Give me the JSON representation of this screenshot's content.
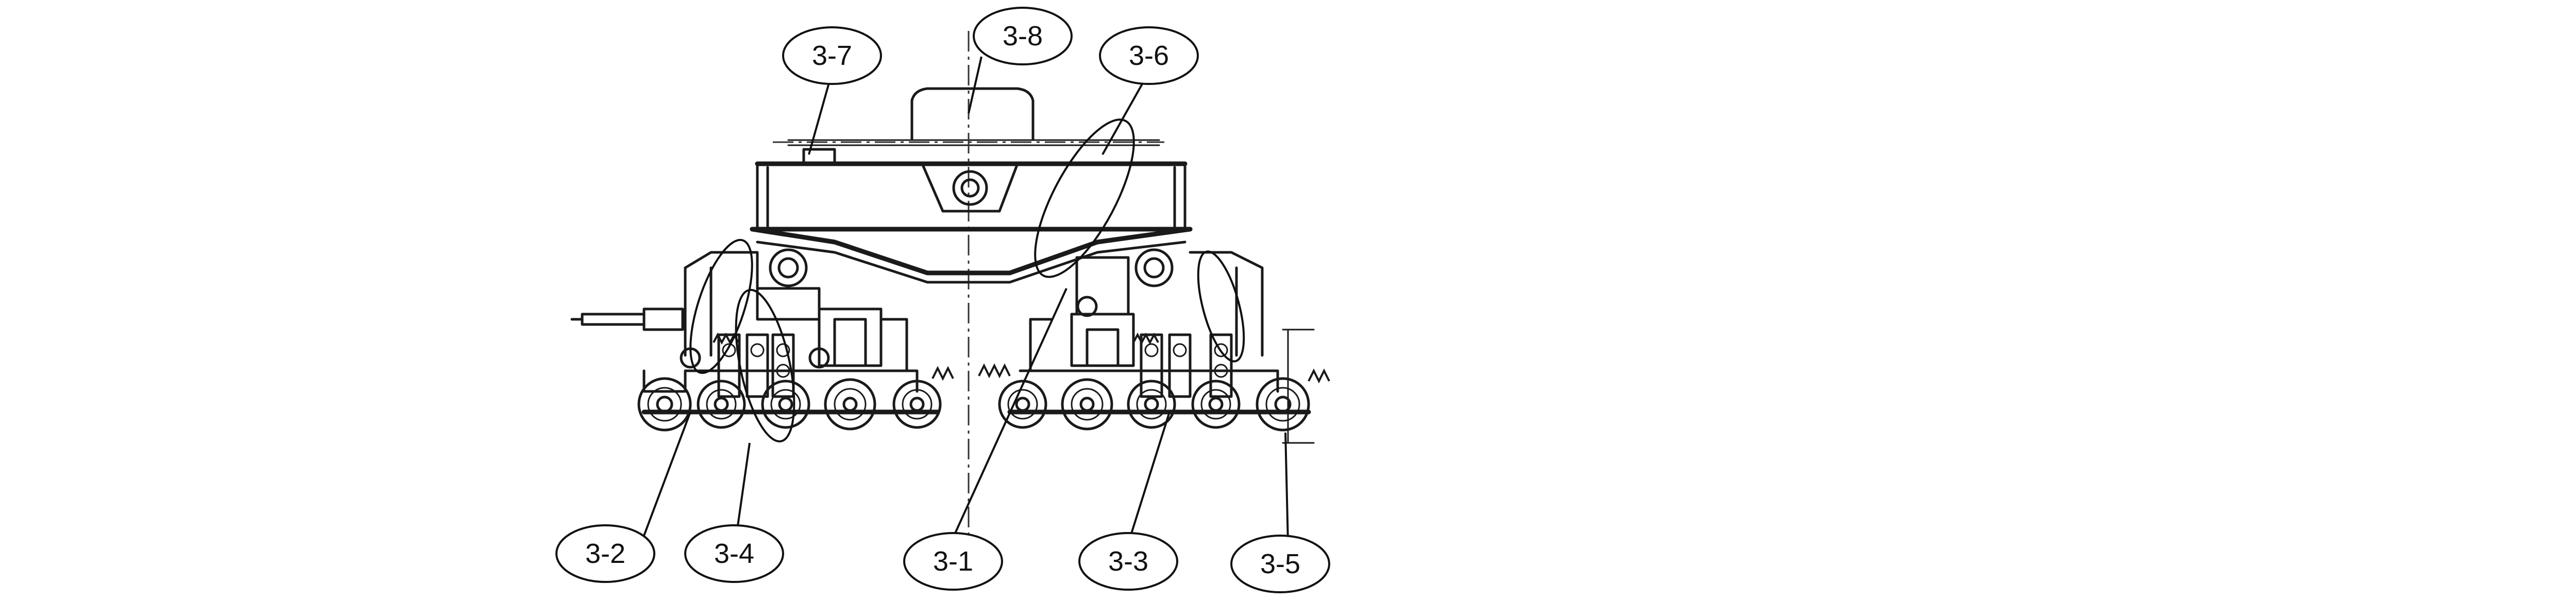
{
  "diagram": {
    "callouts": [
      {
        "id": "c38",
        "label": "3-8"
      },
      {
        "id": "c37",
        "label": "3-7"
      },
      {
        "id": "c36",
        "label": "3-6"
      },
      {
        "id": "c32",
        "label": "3-2"
      },
      {
        "id": "c34",
        "label": "3-4"
      },
      {
        "id": "c31",
        "label": "3-1"
      },
      {
        "id": "c33",
        "label": "3-3"
      },
      {
        "id": "c35",
        "label": "3-5"
      }
    ]
  }
}
